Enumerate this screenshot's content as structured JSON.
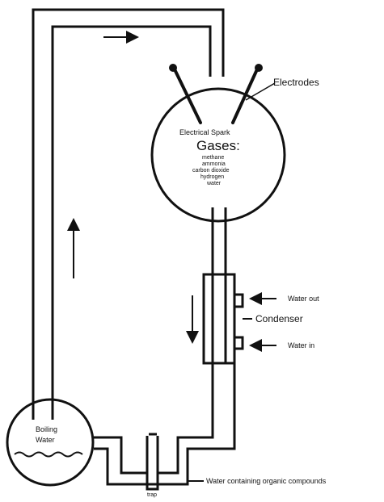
{
  "labels": {
    "electrodes": "Electrodes",
    "electrical_spark": "Electrical Spark",
    "gases_title": "Gases:",
    "gases": [
      "methane",
      "ammonia",
      "carbon dioxide",
      "hydrogen",
      "water"
    ],
    "water_out": "Water out",
    "condenser": "Condenser",
    "water_in": "Water in",
    "boiling_water_line1": "Boiling",
    "boiling_water_line2": "Water",
    "trap": "trap",
    "water_containing": "Water containing organic compounds"
  },
  "colors": {
    "line": "#111111",
    "background": "#ffffff"
  },
  "flow_arrows": [
    "top-right",
    "left-up",
    "condenser-down"
  ]
}
